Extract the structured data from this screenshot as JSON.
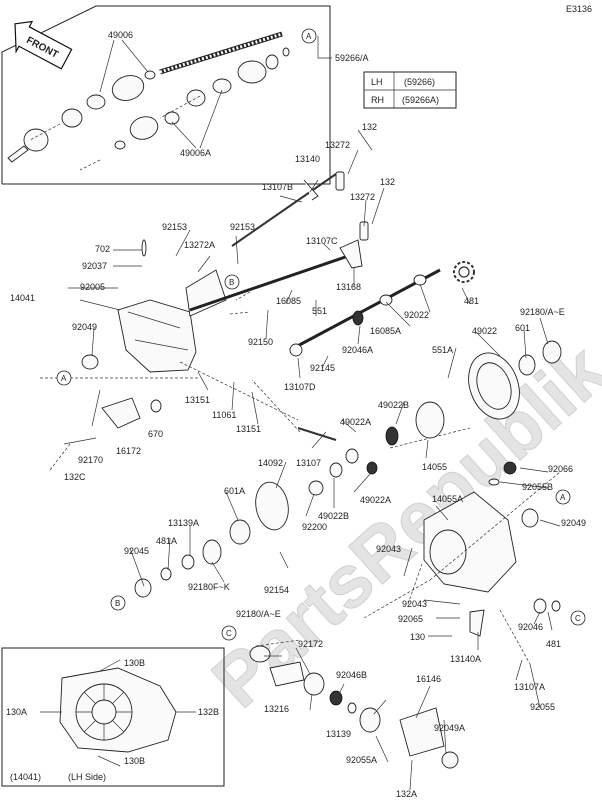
{
  "diagram_code": "E3136",
  "front_label": "FRONT",
  "watermark": "PartsRepublik",
  "table": {
    "rows": [
      {
        "side": "LH",
        "part": "(59266)"
      },
      {
        "side": "RH",
        "part": "(59266A)"
      }
    ]
  },
  "inset_caption": {
    "code": "(14041)",
    "text": "(LH Side)"
  },
  "circle_refs": {
    "a": "A",
    "b": "B",
    "c": "C"
  },
  "labels": {
    "l49006": "49006",
    "l59266A": "59266/A",
    "l49006A": "49006A",
    "l132a": "132",
    "l13272a": "13272",
    "l13140": "13140",
    "l13107B": "13107B",
    "l132b": "132",
    "l13272b": "13272",
    "l92153a": "92153",
    "l92153b": "92153",
    "l702": "702",
    "l13272A": "13272A",
    "l92037": "92037",
    "l13107C": "13107C",
    "l14041": "14041",
    "l92005": "92005",
    "l13168": "13168",
    "l481a": "481",
    "l551": "551",
    "l16085": "16085",
    "l92022": "92022",
    "l16085A": "16085A",
    "l92049a": "92049",
    "l92150": "92150",
    "l92046A": "92046A",
    "l49022": "49022",
    "l92180AE": "92180/A~E",
    "l601": "601",
    "l551A": "551A",
    "l92145": "92145",
    "l13107D": "13107D",
    "l13151a": "13151",
    "l11061": "11061",
    "l13151b": "13151",
    "l49022A": "49022A",
    "l49022B": "49022B",
    "l670": "670",
    "l16172": "16172",
    "l92170": "92170",
    "l132C": "132C",
    "l13107": "13107",
    "l14055": "14055",
    "l14092": "14092",
    "l49022Ab": "49022A",
    "l92066": "92066",
    "l92055B": "92055B",
    "l601A": "601A",
    "l14055A": "14055A",
    "l13139A": "13139A",
    "l92049b": "92049",
    "l49022Bb": "49022B",
    "l92200": "92200",
    "l481A": "481A",
    "l92045": "92045",
    "l92043a": "92043",
    "l92180FK": "92180F~K",
    "l92154": "92154",
    "l92043b": "92043",
    "l92065": "92065",
    "l92046": "92046",
    "l130": "130",
    "l13140A": "13140A",
    "l481b": "481",
    "l92180AEb": "92180/A~E",
    "l92172": "92172",
    "l92046B": "92046B",
    "l16146": "16146",
    "l13107A": "13107A",
    "l92055": "92055",
    "l13216": "13216",
    "l13139": "13139",
    "l92049A": "92049A",
    "l92055A": "92055A",
    "l132A": "132A",
    "l130B1": "130B",
    "l130A": "130A",
    "l132B": "132B",
    "l130B2": "130B"
  }
}
